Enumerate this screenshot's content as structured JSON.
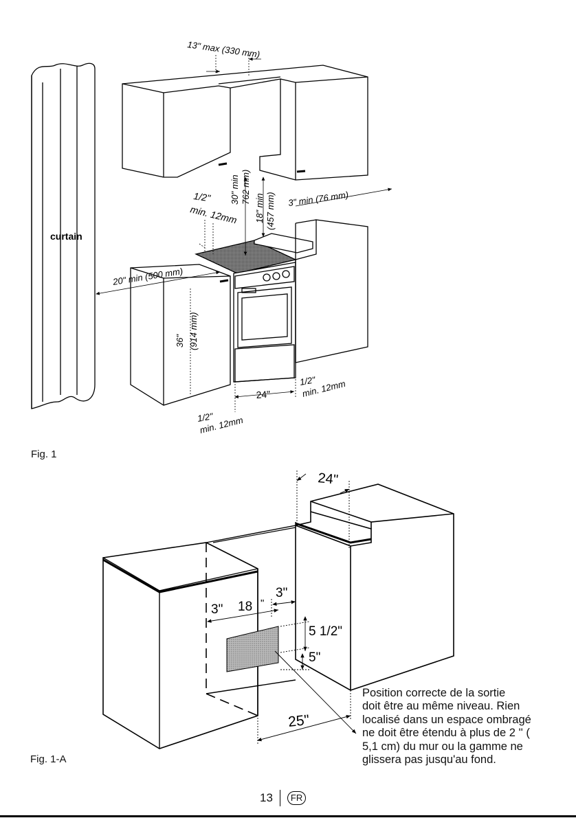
{
  "fig1": {
    "label": "Fig. 1",
    "dim_top": "13\" max (330 mm)",
    "curtain": "curtain",
    "dim_half_left_a": "1/2\"",
    "dim_half_left_b": "min. 12mm",
    "dim_30": "30\" min",
    "dim_762": "762 mm)",
    "dim_18": "18\" min",
    "dim_457": "(457 mm)",
    "dim_3_right": "3\" min (76 mm)",
    "dim_20": "20\" min (500 mm)",
    "dim_36": "36\"",
    "dim_914": "(914 mm)",
    "dim_24": "24\"",
    "dim_half_bottom_right_a": "1/2\"",
    "dim_half_bottom_right_b": "min. 12mm",
    "dim_half_bottom_left_a": "1/2\"",
    "dim_half_bottom_left_b": "min. 12mm"
  },
  "fig1a": {
    "label": "Fig. 1-A",
    "dim_24": "24\"",
    "dim_3_left": "3\"",
    "dim_18": "18",
    "dim_18_quote": "\"",
    "dim_3_right": "3\"",
    "dim_5_half": "5 1/2\"",
    "dim_5": "5\"",
    "dim_25": "25\"",
    "note_lines": [
      "Position correcte de la sortie",
      "doit être au même niveau. Rien",
      "localisé dans un espace ombragé",
      "ne doit être étendu à plus de 2 '' (",
      "5,1 cm) du mur ou  la gamme ne",
      "glissera pas jusqu'au fond."
    ]
  },
  "footer": {
    "page_number": "13",
    "language_badge": "FR"
  }
}
